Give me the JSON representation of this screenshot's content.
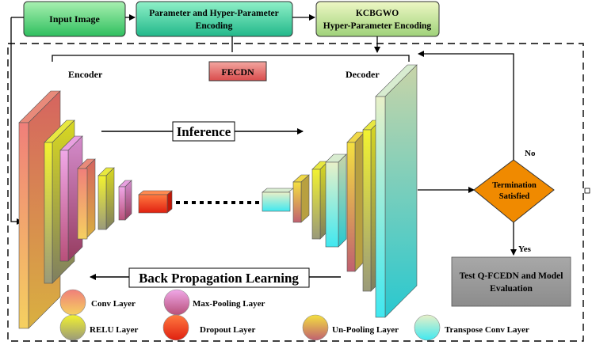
{
  "top_boxes": {
    "input_image": "Input Image",
    "param_line1": "Parameter and Hyper-Parameter",
    "param_line2": "Encoding",
    "kcb_line1": "KCBGWO",
    "kcb_line2": "Hyper-Parameter Encoding"
  },
  "network": {
    "fecdn_label": "FECDN",
    "encoder_label": "Encoder",
    "decoder_label": "Decoder",
    "inference_label": "Inference",
    "backprop_label": "Back Propagation Learning"
  },
  "decision": {
    "line1": "Termination",
    "line2": "Satisfied",
    "no_label": "No",
    "yes_label": "Yes"
  },
  "result_box": {
    "line1": "Test Q-FCEDN and Model",
    "line2": "Evaluation"
  },
  "legend": {
    "conv": "Conv Layer",
    "maxpool": "Max-Pooling Layer",
    "relu": "RELU Layer",
    "dropout": "Dropout Layer",
    "unpool": "Un-Pooling Layer",
    "transpose": "Transpose Conv Layer"
  },
  "colors": {
    "green_box": "#52d27a",
    "teal_box": "#3fc79a",
    "kcb_box": "#b7dc85",
    "fecdn_box": "#e06a6a",
    "decision_fill": "#f08a00",
    "result_box": "#9a9a9a"
  }
}
